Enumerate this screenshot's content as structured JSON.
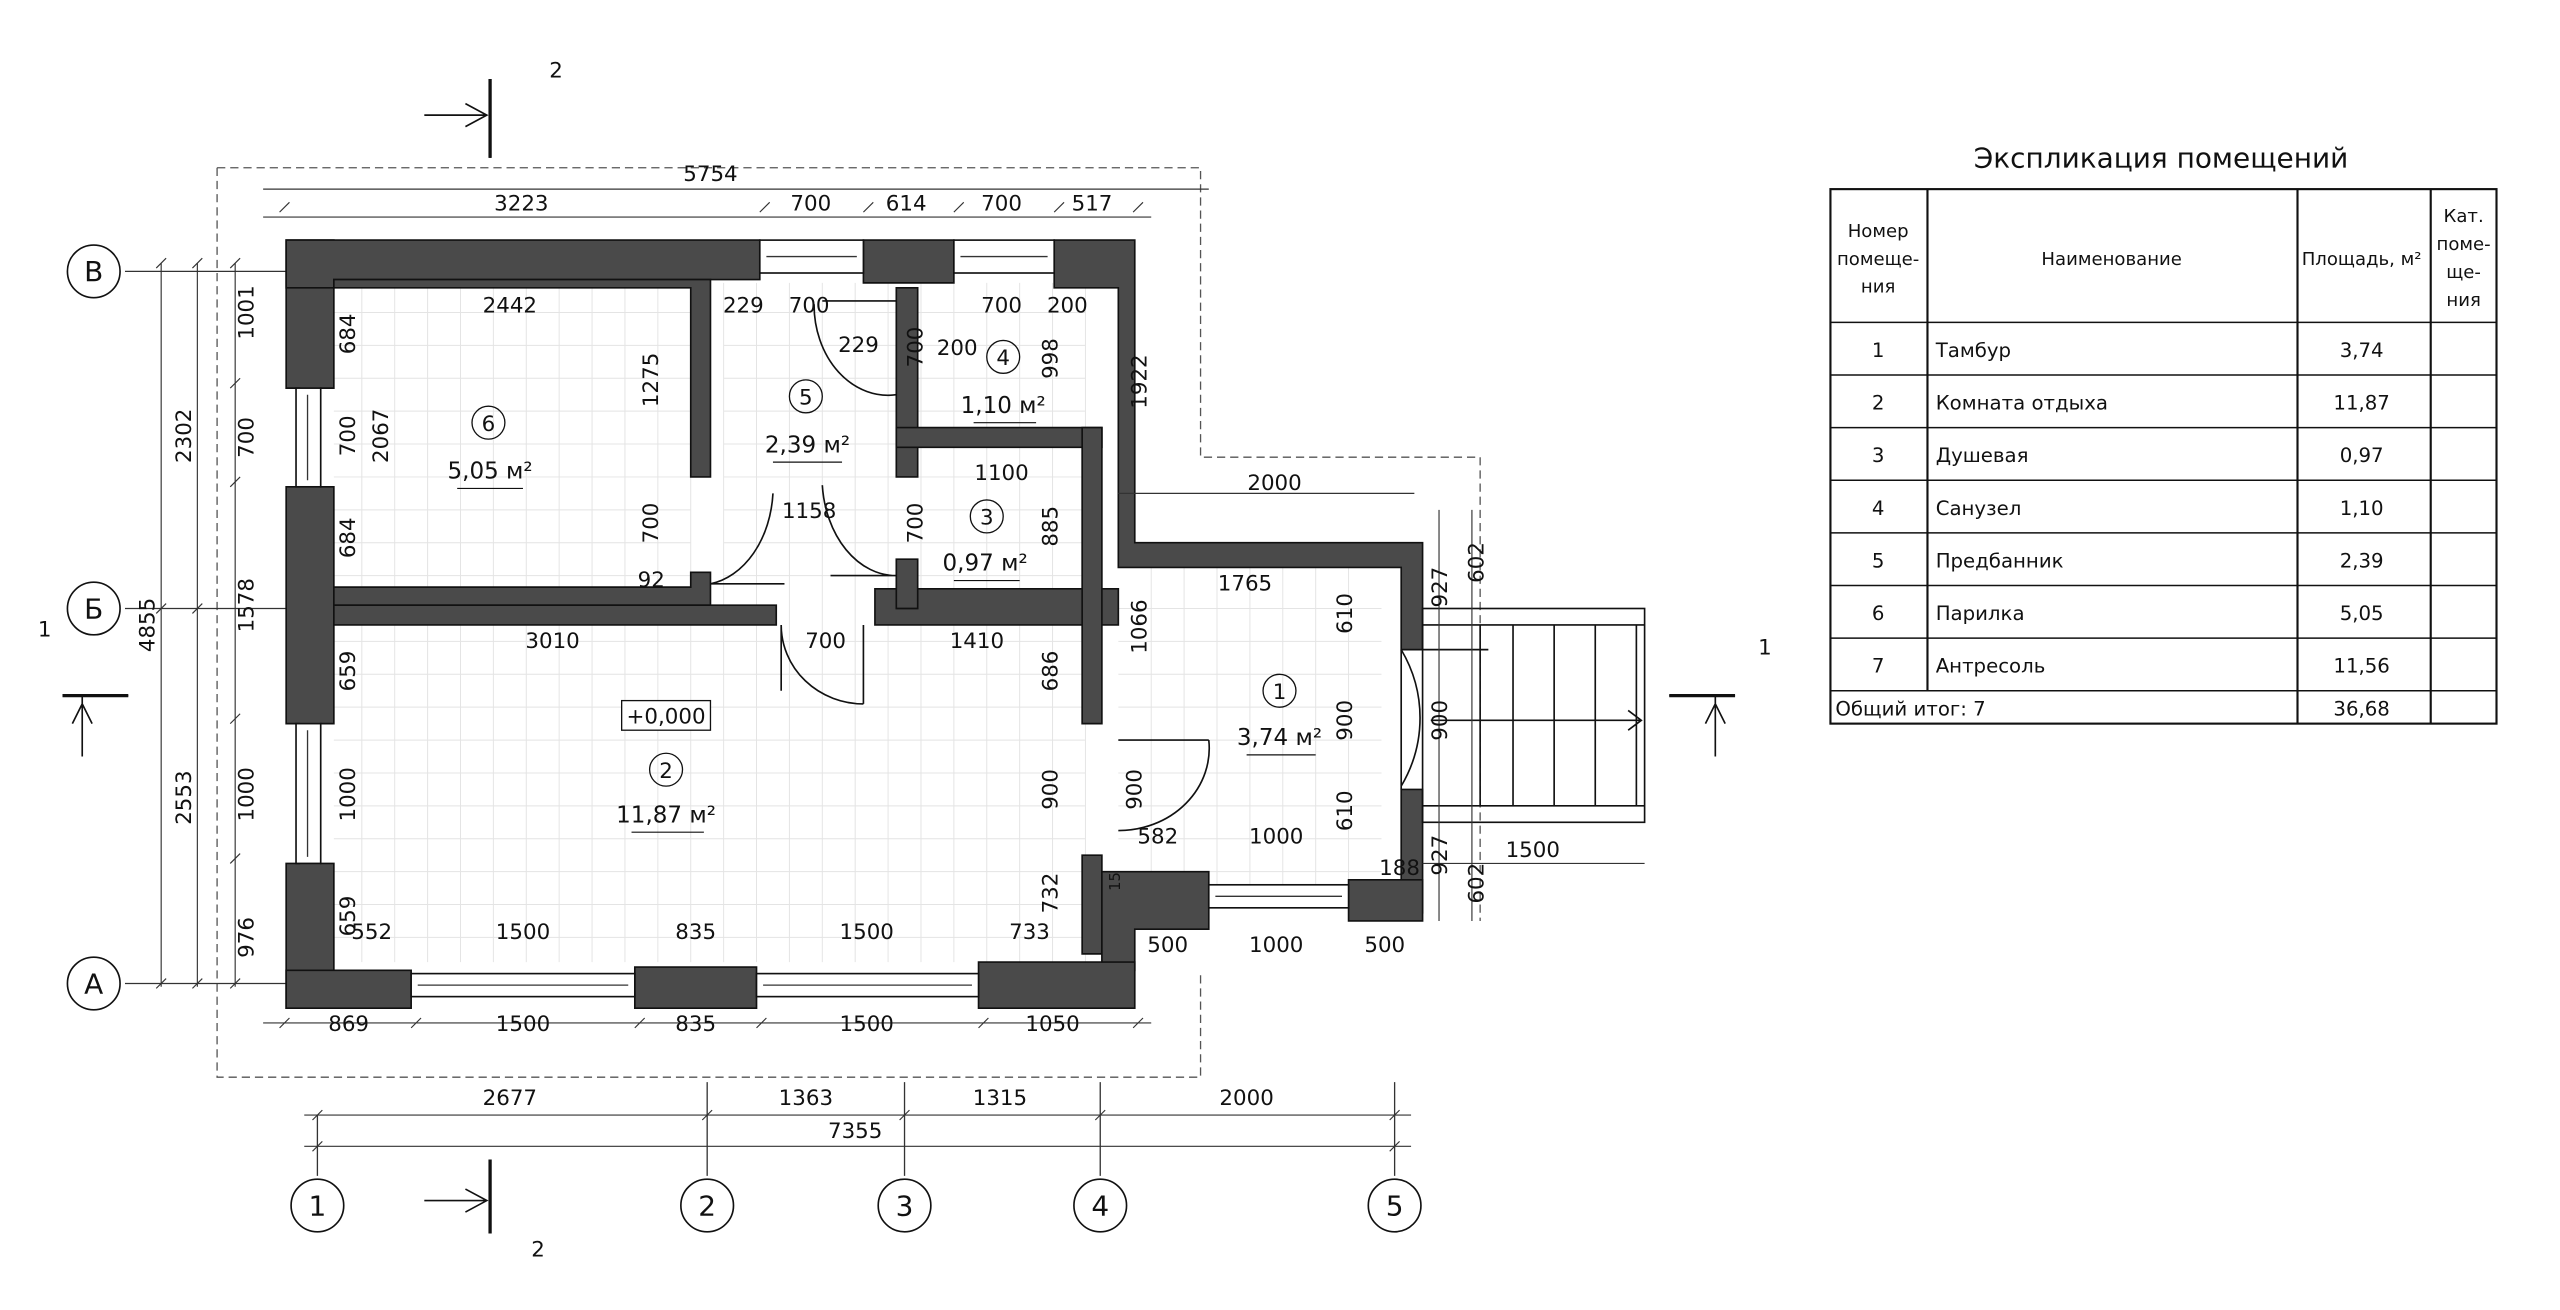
{
  "plan": {
    "axes_letter": [
      "А",
      "Б",
      "В"
    ],
    "axes_num": [
      "1",
      "2",
      "3",
      "4",
      "5"
    ],
    "section_marks": [
      "1",
      "1",
      "2",
      "2"
    ],
    "level_mark": "+0,000",
    "rooms": [
      {
        "num": "1",
        "area": "3,74 м²"
      },
      {
        "num": "2",
        "area": "11,87 м²"
      },
      {
        "num": "3",
        "area": "0,97 м²"
      },
      {
        "num": "4",
        "area": "1,10 м²"
      },
      {
        "num": "5",
        "area": "2,39 м²"
      },
      {
        "num": "6",
        "area": "5,05 м²"
      }
    ],
    "dims": {
      "top_total": "5754",
      "top_chain": [
        "3223",
        "700",
        "614",
        "700",
        "517"
      ],
      "bottom_chain_1": [
        "869",
        "1500",
        "835",
        "1500",
        "1050"
      ],
      "bottom_chain_2": [
        "2677",
        "1363",
        "1315",
        "2000"
      ],
      "bottom_total": "7355",
      "left_total": "4855",
      "left_chain_1": [
        "2302",
        "2553"
      ],
      "left_chain_2": [
        "1001",
        "700",
        "1578",
        "1000",
        "976"
      ],
      "room6": [
        "2442",
        "684",
        "700",
        "684",
        "2067",
        "1275",
        "700",
        "92"
      ],
      "room5": [
        "229",
        "700",
        "229",
        "700",
        "200",
        "1158"
      ],
      "room4": [
        "700",
        "200",
        "998"
      ],
      "room3": [
        "1100",
        "885",
        "700"
      ],
      "room2": [
        "3010",
        "700",
        "1410",
        "659",
        "1000",
        "659",
        "552",
        "1500",
        "835",
        "1500",
        "733",
        "686",
        "900",
        "732"
      ],
      "room1": [
        "2000",
        "1765",
        "1066",
        "1922",
        "610",
        "900",
        "610",
        "900",
        "582",
        "1000",
        "15",
        "500",
        "1000",
        "500",
        "188"
      ],
      "stairs": [
        "927",
        "602",
        "900",
        "927",
        "602",
        "1500"
      ]
    }
  },
  "explication": {
    "title": "Экспликация помещений",
    "headers": {
      "num": [
        "Номер",
        "помеще-",
        "ния"
      ],
      "name": "Наименование",
      "area": "Площадь, м²",
      "cat": [
        "Кат.",
        "поме-",
        "ще-",
        "ния"
      ]
    },
    "rows": [
      {
        "num": "1",
        "name": "Тамбур",
        "area": "3,74",
        "cat": ""
      },
      {
        "num": "2",
        "name": "Комната отдыха",
        "area": "11,87",
        "cat": ""
      },
      {
        "num": "3",
        "name": "Душевая",
        "area": "0,97",
        "cat": ""
      },
      {
        "num": "4",
        "name": "Санузел",
        "area": "1,10",
        "cat": ""
      },
      {
        "num": "5",
        "name": "Предбанник",
        "area": "2,39",
        "cat": ""
      },
      {
        "num": "6",
        "name": "Парилка",
        "area": "5,05",
        "cat": ""
      },
      {
        "num": "7",
        "name": "Антресоль",
        "area": "11,56",
        "cat": ""
      }
    ],
    "total_label": "Общий итог: 7",
    "total_area": "36,68"
  }
}
